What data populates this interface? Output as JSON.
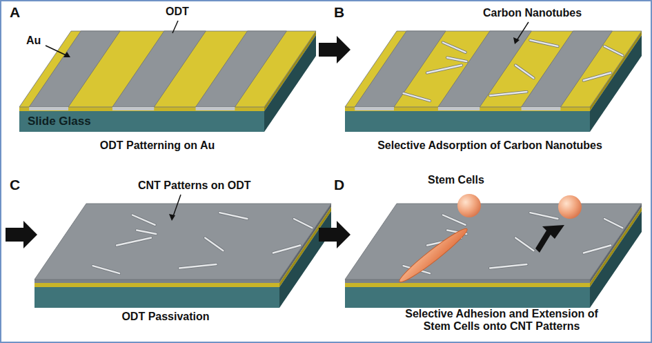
{
  "diagram": {
    "labels": [
      "A",
      "ODT",
      "Au",
      "Slide Glass",
      "ODT Patterning on Au",
      "B",
      "Carbon Nanotubes",
      "Selective Adsorption of Carbon Nanotubes",
      "C",
      "CNT Patterns on ODT",
      "ODT Passivation",
      "D",
      "Stem Cells",
      "Selective Adhesion and Extension of Stem Cells onto CNT Patterns"
    ]
  }
}
